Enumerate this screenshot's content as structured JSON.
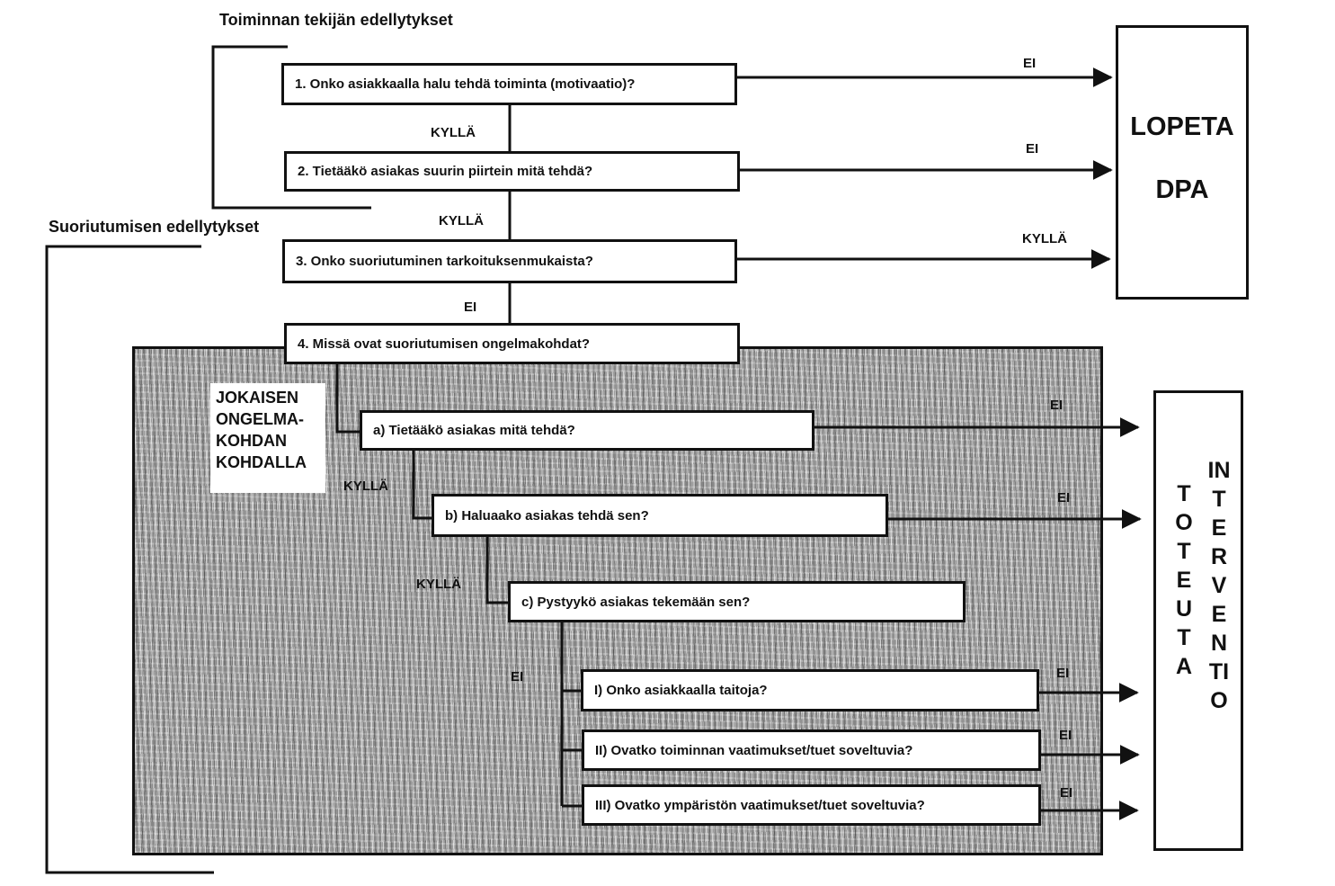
{
  "sections": {
    "actor": "Toiminnan tekijän edellytykset",
    "performance": "Suoriutumisen edellytykset"
  },
  "questions": {
    "q1": "1. Onko asiakkaalla halu tehdä toiminta (motivaatio)?",
    "q2": "2. Tietääkö asiakas suurin piirtein mitä tehdä?",
    "q3": "3. Onko suoriutuminen tarkoituksenmukaista?",
    "q4": "4. Missä ovat suoriutumisen ongelmakohdat?",
    "qa": "a) Tietääkö asiakas mitä tehdä?",
    "qb": "b) Haluaako asiakas tehdä sen?",
    "qc": "c) Pystyykö asiakas tekemään sen?",
    "q1i": "I) Onko asiakkaalla taitoja?",
    "q2i": "II) Ovatko toiminnan vaatimukset/tuet soveltuvia?",
    "q3i": "III) Ovatko ympäristön vaatimukset/tuet soveltuvia?"
  },
  "answers": {
    "yes": "KYLLÄ",
    "no": "EI",
    "no_small": "EI"
  },
  "note_lines": [
    "JOKAISEN",
    "ONGELMA-",
    "KOHDAN",
    "KOHDALLA"
  ],
  "stop_box": {
    "line1": "LOPETA",
    "line2": "DPA"
  },
  "impl_box": {
    "col1": "TOTEUTA",
    "col2": "INTERVENTIO"
  }
}
